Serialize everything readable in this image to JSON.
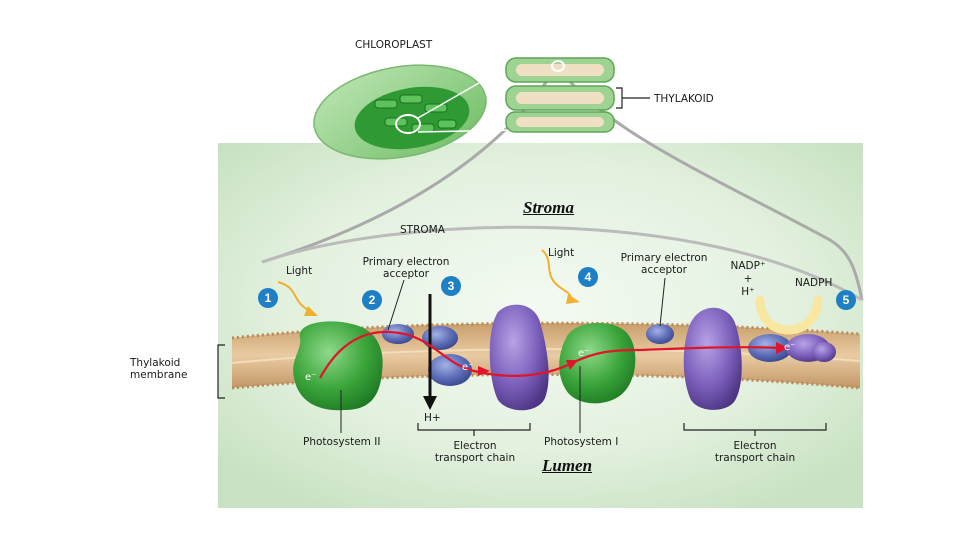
{
  "labels": {
    "chloroplast": "CHLOROPLAST",
    "thylakoid": "THYLAKOID",
    "stroma_handwritten": "Stroma",
    "stroma": "STROMA",
    "lumen_handwritten": "Lumen",
    "light1": "Light",
    "light2": "Light",
    "primary_acceptor1": "Primary electron\nacceptor",
    "primary_acceptor2": "Primary electron\nacceptor",
    "nadp_plus": "NADP⁺\n+\nH⁺",
    "nadph": "NADPH",
    "thylakoid_membrane": "Thylakoid\nmembrane",
    "photosystem2": "Photosystem II",
    "photosystem1": "Photosystem I",
    "h_plus": "H+",
    "etc1": "Electron\ntransport chain",
    "etc2": "Electron\ntransport chain",
    "electron": "e⁻"
  },
  "steps": [
    "1",
    "2",
    "3",
    "4",
    "5"
  ],
  "colors": {
    "membrane": "#d9b487",
    "photosystem": "#3fa63f",
    "complex_purple": "#7a5cb3",
    "complex_blue": "#5566aa",
    "electron_path": "#e0152a",
    "light_arrow": "#f0b030",
    "step_badge": "#1f7fc4",
    "stroma_bg": "#dfeedd"
  }
}
